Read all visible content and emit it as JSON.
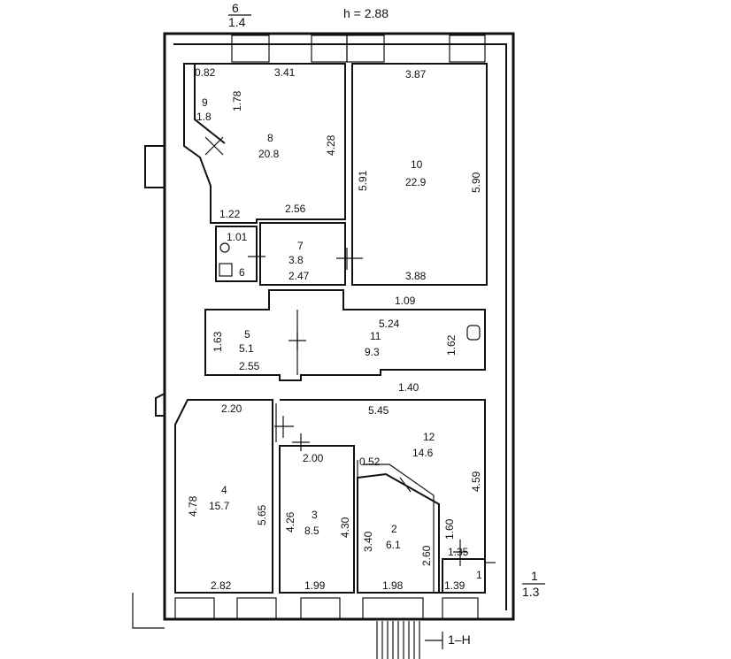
{
  "header": {
    "height_label": "h = 2.88",
    "tl_ref_top": "6",
    "tl_ref_bottom": "1.4",
    "br_ref_top": "1",
    "br_ref_bottom": "1.3",
    "section_label": "1–H"
  },
  "rooms": [
    {
      "id": "8",
      "num": "8",
      "area": "20.8"
    },
    {
      "id": "10",
      "num": "10",
      "area": "22.9"
    },
    {
      "id": "9",
      "num": "9",
      "area": "1.8"
    },
    {
      "id": "7",
      "num": "7",
      "area": "3.8"
    },
    {
      "id": "6",
      "num": "6",
      "area": ""
    },
    {
      "id": "5",
      "num": "5",
      "area": "5.1"
    },
    {
      "id": "11",
      "num": "11",
      "area": "9.3"
    },
    {
      "id": "4",
      "num": "4",
      "area": "15.7"
    },
    {
      "id": "3",
      "num": "3",
      "area": "8.5"
    },
    {
      "id": "2",
      "num": "2",
      "area": "6.1"
    },
    {
      "id": "12",
      "num": "12",
      "area": "14.6"
    }
  ],
  "dimensions": [
    "0.82",
    "3.41",
    "3.87",
    "1.78",
    "4.28",
    "5.91",
    "5.90",
    "1.22",
    "2.56",
    "1.01",
    "2.47",
    "3.88",
    "1.09",
    "5.24",
    "1.63",
    "2.55",
    "1.62",
    "2.20",
    "5.45",
    "1.40",
    "2.00",
    "0.52",
    "4.78",
    "5.65",
    "4.26",
    "4.30",
    "3.40",
    "2.60",
    "1.60",
    "4.59",
    "1.35",
    "1",
    "2.82",
    "1.99",
    "1.98",
    "1.39"
  ]
}
